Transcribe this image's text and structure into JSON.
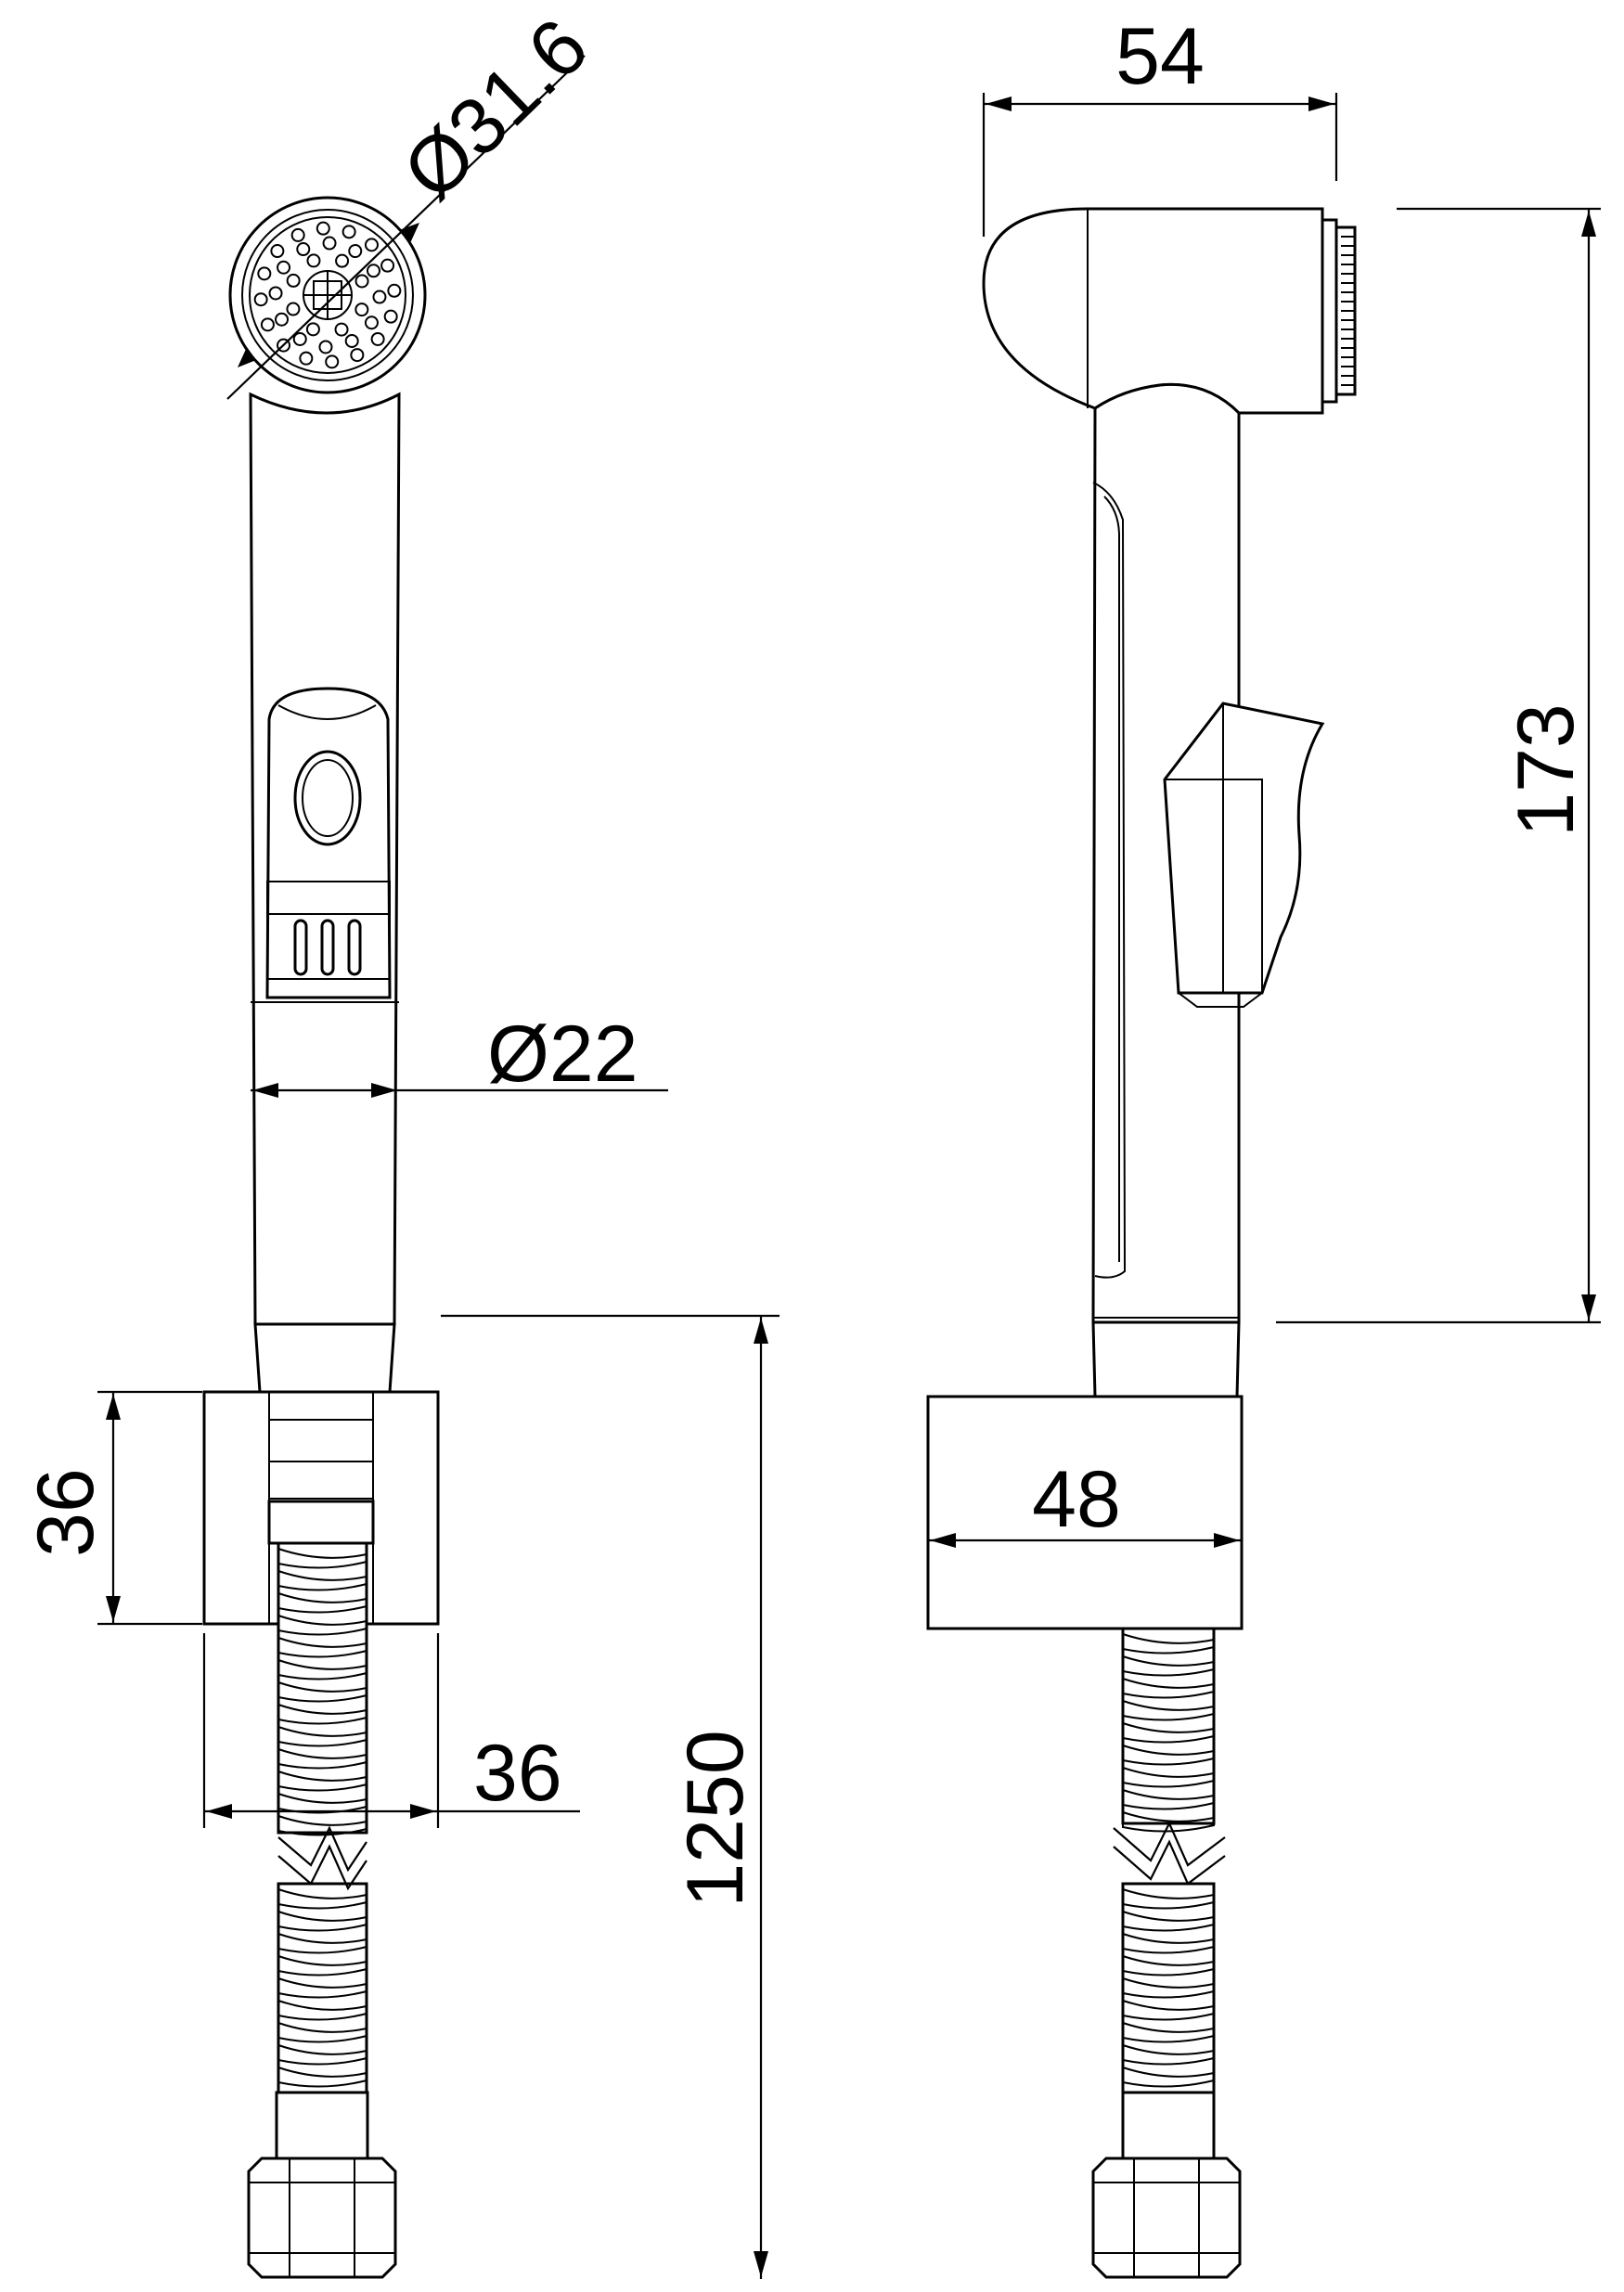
{
  "drawing": {
    "type": "technical-drawing",
    "subject": "hand shower with holder and flexible hose",
    "views": [
      "front-view",
      "side-view"
    ]
  },
  "dimensions": {
    "head_diameter": "Ø31.6",
    "handle_diameter": "Ø22",
    "holder_height": "36",
    "holder_width": "36",
    "hose_length": "1250",
    "head_depth": "54",
    "shower_length": "173",
    "holder_depth": "48"
  }
}
